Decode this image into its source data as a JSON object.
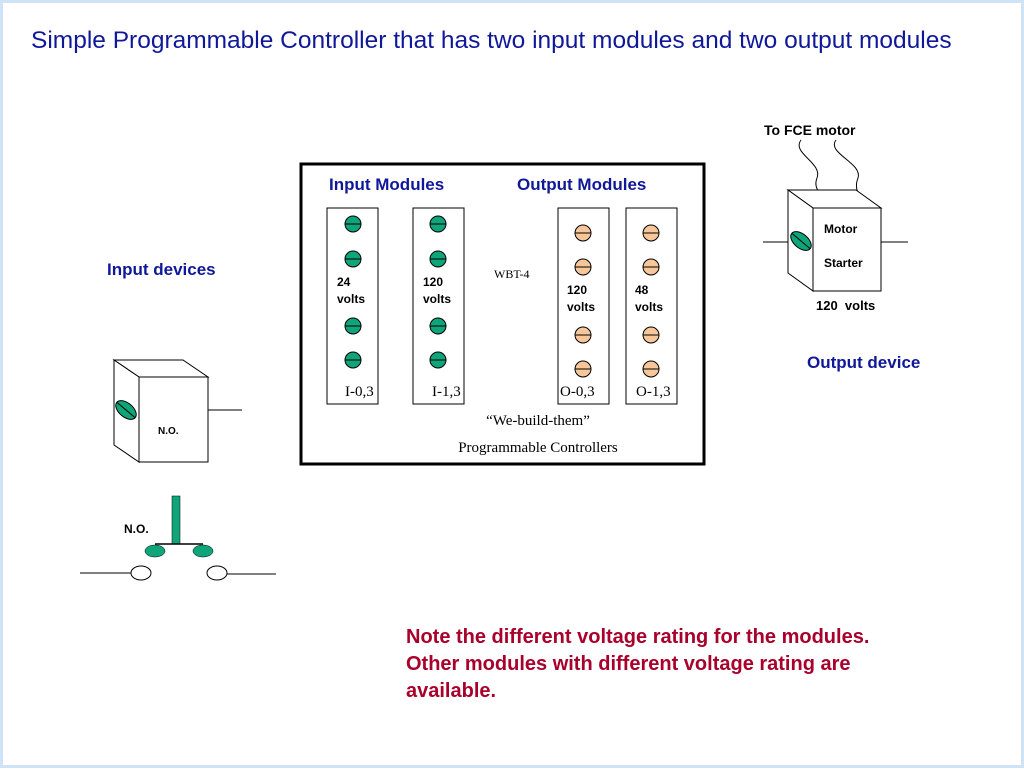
{
  "title": "Simple Programmable Controller that has two input modules and two output modules",
  "controller": {
    "input_modules_label": "Input Modules",
    "output_modules_label": "Output Modules",
    "model": "WBT-4",
    "tagline": "“We-build-them”",
    "brand": "Programmable Controllers",
    "modules": [
      {
        "voltage": "24",
        "unit": "volts",
        "address": "I-0,3",
        "kind": "input"
      },
      {
        "voltage": "120",
        "unit": "volts",
        "address": "I-1,3",
        "kind": "input"
      },
      {
        "voltage": "120",
        "unit": "volts",
        "address": "O-0,3",
        "kind": "output"
      },
      {
        "voltage": "48",
        "unit": "volts",
        "address": "O-1,3",
        "kind": "output"
      }
    ]
  },
  "input_side": {
    "label": "Input devices",
    "switch_box_label": "N.O.",
    "contact_label": "N.O."
  },
  "output_side": {
    "label": "Output device",
    "wire_label": "To FCE motor",
    "starter_line1": "Motor",
    "starter_line2": "Starter",
    "voltage": "120  volts"
  },
  "note_lines": [
    "Note the different voltage rating for the modules.",
    "Other modules with different voltage rating are",
    "available."
  ],
  "colors": {
    "title": "#10189a",
    "note": "#a8002a",
    "input_terminal": "#0fa57a",
    "output_terminal": "#f7c79a",
    "slide_border": "#cfe3f6"
  }
}
